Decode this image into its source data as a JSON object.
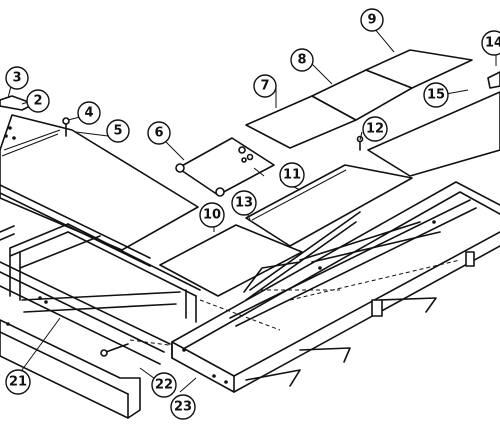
{
  "diagram": {
    "callouts": [
      {
        "id": "c2",
        "label": "2"
      },
      {
        "id": "c3",
        "label": "3"
      },
      {
        "id": "c4",
        "label": "4"
      },
      {
        "id": "c5",
        "label": "5"
      },
      {
        "id": "c6",
        "label": "6"
      },
      {
        "id": "c7",
        "label": "7"
      },
      {
        "id": "c8",
        "label": "8"
      },
      {
        "id": "c9",
        "label": "9"
      },
      {
        "id": "c10",
        "label": "10"
      },
      {
        "id": "c11",
        "label": "11"
      },
      {
        "id": "c12",
        "label": "12"
      },
      {
        "id": "c13",
        "label": "13"
      },
      {
        "id": "c14",
        "label": "14"
      },
      {
        "id": "c15",
        "label": "15"
      },
      {
        "id": "c21",
        "label": "21"
      },
      {
        "id": "c22",
        "label": "22"
      },
      {
        "id": "c23",
        "label": "23"
      }
    ]
  }
}
